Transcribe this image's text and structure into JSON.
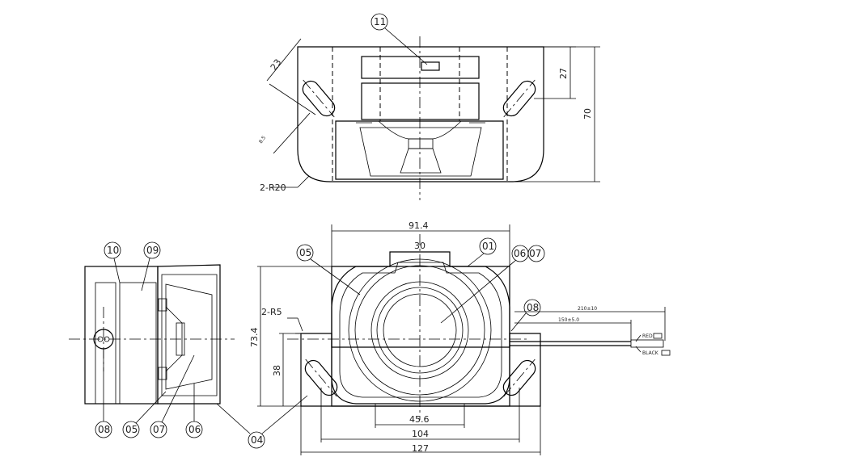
{
  "top_view": {
    "dim_23": "23",
    "dim_27": "27",
    "dim_70": "70",
    "dim_radius": "2-R20",
    "dim_slot": "8.5",
    "callout_11": "11"
  },
  "front_view": {
    "dim_914": "91.4",
    "dim_30": "30",
    "dim_734": "73.4",
    "dim_38": "38",
    "dim_r5": "2-R5",
    "dim_456": "45.6",
    "dim_104": "104",
    "dim_127": "127",
    "dim_210": "210±10",
    "dim_150": "150±5.0",
    "wire_red": "RED",
    "wire_black": "BLACK",
    "callout_05": "05",
    "callout_01": "01",
    "callout_06_07": "06 07",
    "callout_08": "08",
    "callout_04": "04"
  },
  "side_view": {
    "callout_10": "10",
    "callout_09": "09",
    "callout_08": "08",
    "callout_05": "05",
    "callout_07": "07",
    "callout_06": "06"
  }
}
